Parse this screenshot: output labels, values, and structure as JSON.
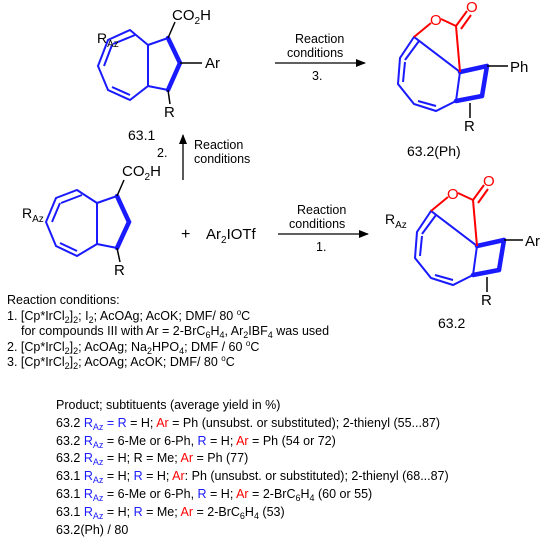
{
  "structures": {
    "s631": {
      "label": "63.1",
      "raz": "R",
      "raz_sub": "Az",
      "co2h": "CO",
      "co2h_sub": "2",
      "co2h_end": "H",
      "ar": "Ar",
      "r": "R"
    },
    "s632ph": {
      "label": "63.2(Ph)",
      "o_ring": "O",
      "o_carbonyl": "O",
      "ph": "Ph",
      "r": "R"
    },
    "start": {
      "raz": "R",
      "raz_sub": "Az",
      "co2h": "CO",
      "co2h_sub": "2",
      "co2h_end": "H",
      "r": "R"
    },
    "reagent": {
      "plus": "+",
      "text": "Ar",
      "sub": "2",
      "text_end": "IOTf"
    },
    "s632": {
      "label": "63.2",
      "raz": "R",
      "raz_sub": "Az",
      "o_ring": "O",
      "o_carbonyl": "O",
      "ar": "Ar",
      "r": "R"
    }
  },
  "arrows": {
    "step3": {
      "line1": "Reaction",
      "line2": "conditions",
      "number": "3."
    },
    "step2": {
      "line1": "Reaction",
      "line2": "conditions",
      "number": "2."
    },
    "step1": {
      "line1": "Reaction",
      "line2": "conditions",
      "number": "1."
    }
  },
  "conditions": {
    "heading": "Reaction conditions:",
    "c1": {
      "pre": "1. [Cp*IrCl",
      "s1": "2",
      "mid1": "]",
      "s2": "2",
      "mid2": "; I",
      "s3": "2",
      "post": "; AcOAg; AcOK; DMF/ 80 ",
      "sup": "o",
      "unit": "C"
    },
    "c1b": {
      "pre": "for compounds III with Ar = 2-BrC",
      "s1": "6",
      "mid1": "H",
      "s2": "4",
      "mid2": ", Ar",
      "s3": "2",
      "post": "IBF",
      "s4": "4",
      "end": " was used"
    },
    "c2": {
      "pre": "2. [Cp*IrCl",
      "s1": "2",
      "mid1": "]",
      "s2": "2",
      "mid2": "; AcOAg; Na",
      "s3": "2",
      "mid3": "HPO",
      "s4": "4",
      "post": "; DMF / 60 ",
      "sup": "o",
      "unit": "C"
    },
    "c3": {
      "pre": "3. [Cp*IrCl",
      "s1": "2",
      "mid1": "]",
      "s2": "2",
      "post": "; AcOAg; AcOK; DMF/ 80 ",
      "sup": "o",
      "unit": "C"
    }
  },
  "products": {
    "heading": "Product; subtituents (average yield in %)",
    "rows": [
      {
        "id": "63.2",
        "raz": "R",
        "raz_sub": "Az",
        "blue1": " = R",
        "mid1": " = H; ",
        "ar": "Ar",
        "rest": " = Ph (unsubst. or substituted); 2-thienyl (55...87)"
      },
      {
        "id": "63.2",
        "raz": "R",
        "raz_sub": "Az",
        "mid0": " = 6-Me or 6-Ph, ",
        "blue1": "R",
        "mid1": " = H; ",
        "ar": "Ar",
        "rest": " = Ph (54 or 72)"
      },
      {
        "id": "63.2",
        "raz": "R",
        "raz_sub": "Az",
        "mid0": " = H; R = Me; ",
        "ar": "Ar",
        "rest": " = Ph (77)"
      },
      {
        "id": "63.1",
        "raz": "R",
        "raz_sub": "Az",
        "mid0": " = H; ",
        "blue1": "R",
        "mid1": " = H; ",
        "ar": "Ar",
        "rest": ": Ph (unsubst. or substituted); 2-thienyl (68...87)"
      },
      {
        "id": "63.1",
        "raz": "R",
        "raz_sub": "Az",
        "mid0": " = 6-Me or 6-Ph, ",
        "blue1": "R",
        "mid1": " = H; ",
        "ar": "Ar",
        "rest": " = 2-BrC",
        "rs1": "6",
        "rest2": "H",
        "rs2": "4",
        "rest3": " (60 or 55)"
      },
      {
        "id": "63.1",
        "raz": "R",
        "raz_sub": "Az",
        "mid0": " = H; ",
        "blue1": "R",
        "mid1": " = Me; ",
        "ar": "Ar",
        "rest": " = 2-BrC",
        "rs1": "6",
        "rest2": "H",
        "rs2": "4",
        "rest3": " (53)"
      },
      {
        "id": "63.2(Ph) / 80"
      }
    ]
  },
  "colors": {
    "azulene": "#1a1aff",
    "lactone": "#ff0000",
    "text": "#000000"
  }
}
